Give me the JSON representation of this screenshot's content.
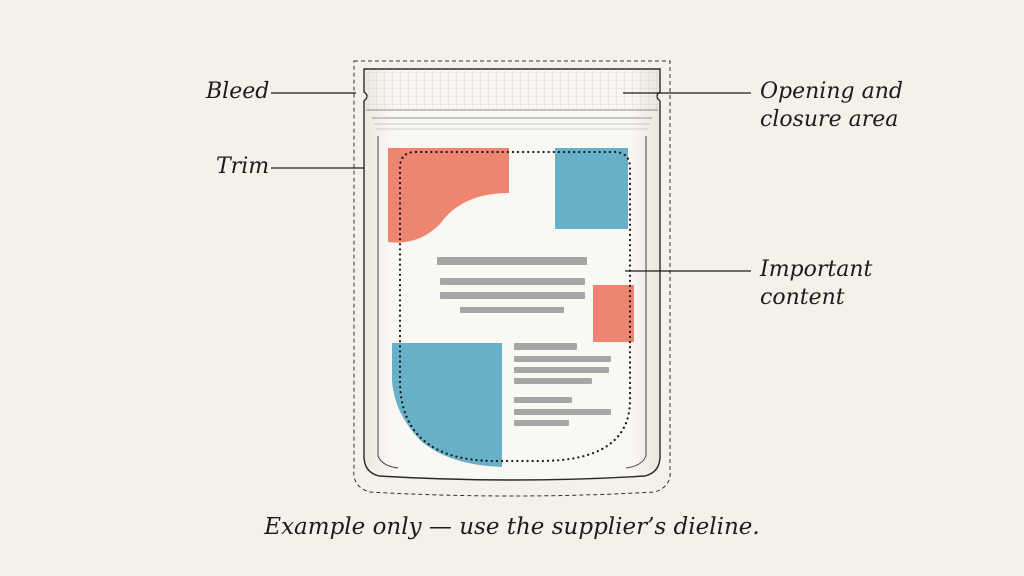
{
  "labels": {
    "bleed": "Bleed",
    "trim": "Trim",
    "opening": "Opening and closure area",
    "important": "Important content"
  },
  "caption": "Example only — use the supplier’s dieline.",
  "colors": {
    "background": "#f4f1ea",
    "coral": "#ec7b67",
    "teal": "#5aa9c3",
    "text_bar": "#a6a6a6",
    "line": "#1c1c1c"
  }
}
